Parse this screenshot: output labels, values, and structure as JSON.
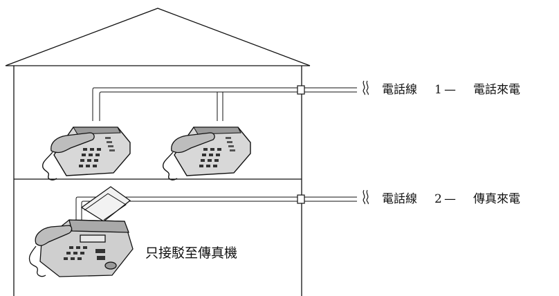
{
  "line1": {
    "label": "電話線",
    "number": "1",
    "dash": "—",
    "desc": "電話來電"
  },
  "line2": {
    "label": "電話線",
    "number": "2",
    "dash": "—",
    "desc": "傳真來電"
  },
  "fax_caption": "只接駁至傳真機",
  "colors": {
    "ink": "#111111",
    "phone_body": "#cfcfcf",
    "phone_dark": "#555555"
  }
}
